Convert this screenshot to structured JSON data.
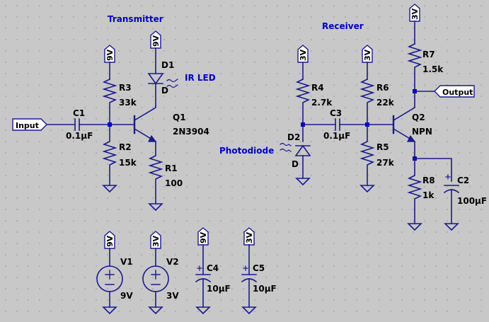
{
  "titles": {
    "transmitter": "Transmitter",
    "receiver": "Receiver"
  },
  "labels": {
    "ir_led": "IR LED",
    "photodiode": "Photodiode",
    "input": "Input",
    "output": "Output"
  },
  "components": {
    "R1": {
      "ref": "R1",
      "value": "100"
    },
    "R2": {
      "ref": "R2",
      "value": "15k"
    },
    "R3": {
      "ref": "R3",
      "value": "33k"
    },
    "R4": {
      "ref": "R4",
      "value": "2.7k"
    },
    "R5": {
      "ref": "R5",
      "value": "27k"
    },
    "R6": {
      "ref": "R6",
      "value": "22k"
    },
    "R7": {
      "ref": "R7",
      "value": "1.5k"
    },
    "R8": {
      "ref": "R8",
      "value": "1k"
    },
    "C1": {
      "ref": "C1",
      "value": "0.1µF"
    },
    "C2": {
      "ref": "C2",
      "value": "100µF"
    },
    "C3": {
      "ref": "C3",
      "value": "0.1µF"
    },
    "C4": {
      "ref": "C4",
      "value": "10µF"
    },
    "C5": {
      "ref": "C5",
      "value": "10µF"
    },
    "D1": {
      "ref": "D1",
      "value": "D"
    },
    "D2": {
      "ref": "D2",
      "value": "D"
    },
    "Q1": {
      "ref": "Q1",
      "value": "2N3904"
    },
    "Q2": {
      "ref": "Q2",
      "value": "NPN"
    },
    "V1": {
      "ref": "V1",
      "value": "9V"
    },
    "V2": {
      "ref": "V2",
      "value": "3V"
    }
  },
  "nets": {
    "v9": "9V",
    "v3": "3V"
  }
}
